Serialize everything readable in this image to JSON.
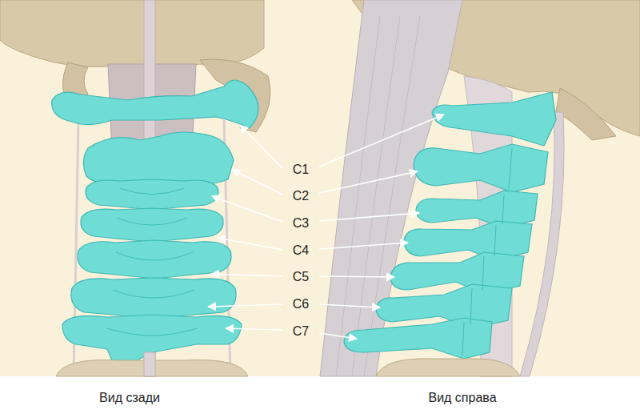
{
  "diagram": {
    "labels": [
      "C1",
      "C2",
      "C3",
      "C4",
      "C5",
      "C6",
      "C7",
      "Вид сзади",
      "Вид справа"
    ]
  }
}
